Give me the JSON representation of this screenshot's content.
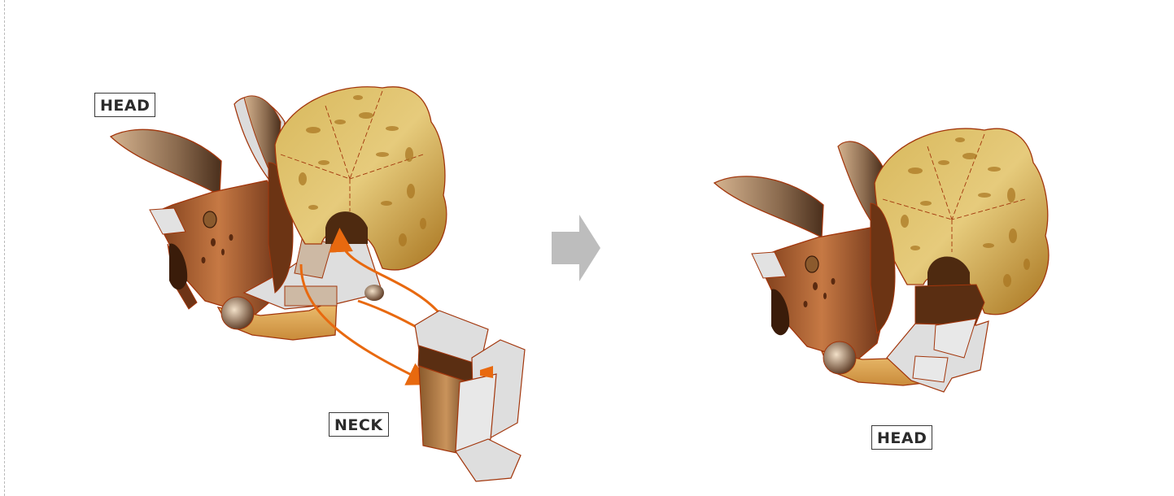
{
  "labels": {
    "head_before": "HEAD",
    "neck": "NECK",
    "head_after": "HEAD"
  },
  "colors": {
    "accent_arrow": "#e8690f",
    "step_arrow": "#bdbdbd",
    "outline": "#a2360c",
    "paper_white": "#dedede",
    "frill_light": "#e2c470",
    "frill_dark": "#a8741f",
    "skin_light": "#c77a45",
    "skin_dark": "#5c2c12"
  },
  "icons": [
    "step-arrow-icon",
    "assembly-arrow-icon"
  ]
}
